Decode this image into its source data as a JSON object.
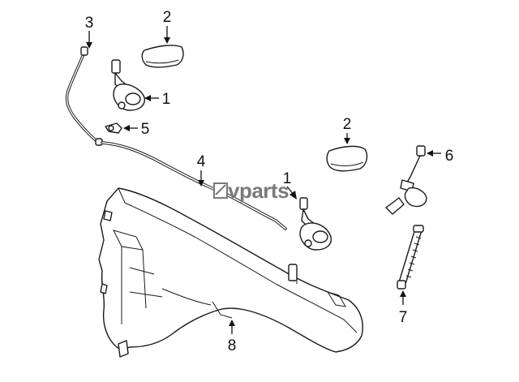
{
  "callouts": [
    {
      "id": "c3",
      "label": "3"
    },
    {
      "id": "c2a",
      "label": "2"
    },
    {
      "id": "c1a",
      "label": "1"
    },
    {
      "id": "c5",
      "label": "5"
    },
    {
      "id": "c2b",
      "label": "2"
    },
    {
      "id": "c6",
      "label": "6"
    },
    {
      "id": "c4",
      "label": "4"
    },
    {
      "id": "c1b",
      "label": "1"
    },
    {
      "id": "c7",
      "label": "7"
    },
    {
      "id": "c8",
      "label": "8"
    }
  ],
  "watermark": {
    "text": "vparts",
    "color": "#7a7a7a"
  },
  "colors": {
    "line": "#1a1a1a",
    "background": "#ffffff"
  }
}
